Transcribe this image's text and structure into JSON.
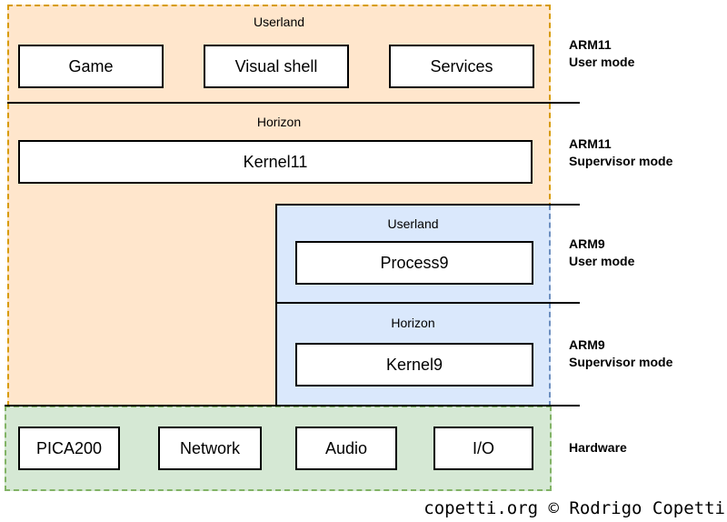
{
  "regions": {
    "arm11_userland": "Userland",
    "arm11_horizon": "Horizon",
    "arm9_userland": "Userland",
    "arm9_horizon": "Horizon"
  },
  "boxes": {
    "game": "Game",
    "visual_shell": "Visual shell",
    "services": "Services",
    "kernel11": "Kernel11",
    "process9": "Process9",
    "kernel9": "Kernel9",
    "pica200": "PICA200",
    "network": "Network",
    "audio": "Audio",
    "io": "I/O"
  },
  "side_labels": {
    "arm11_user": [
      "ARM11",
      "User mode"
    ],
    "arm11_supervisor": [
      "ARM11",
      "Supervisor mode"
    ],
    "arm9_user": [
      "ARM9",
      "User mode"
    ],
    "arm9_supervisor": [
      "ARM9",
      "Supervisor mode"
    ],
    "hardware": [
      "Hardware"
    ]
  },
  "colors": {
    "arm11_fill": "#ffe6cc",
    "arm11_border": "#d79b00",
    "arm9_fill": "#dae8fc",
    "arm9_border": "#6c8ebf",
    "hardware_fill": "#d5e8d4",
    "hardware_border": "#82b366",
    "box_fill": "#ffffff",
    "line": "#000000"
  },
  "footer": "copetti.org © Rodrigo Copetti"
}
